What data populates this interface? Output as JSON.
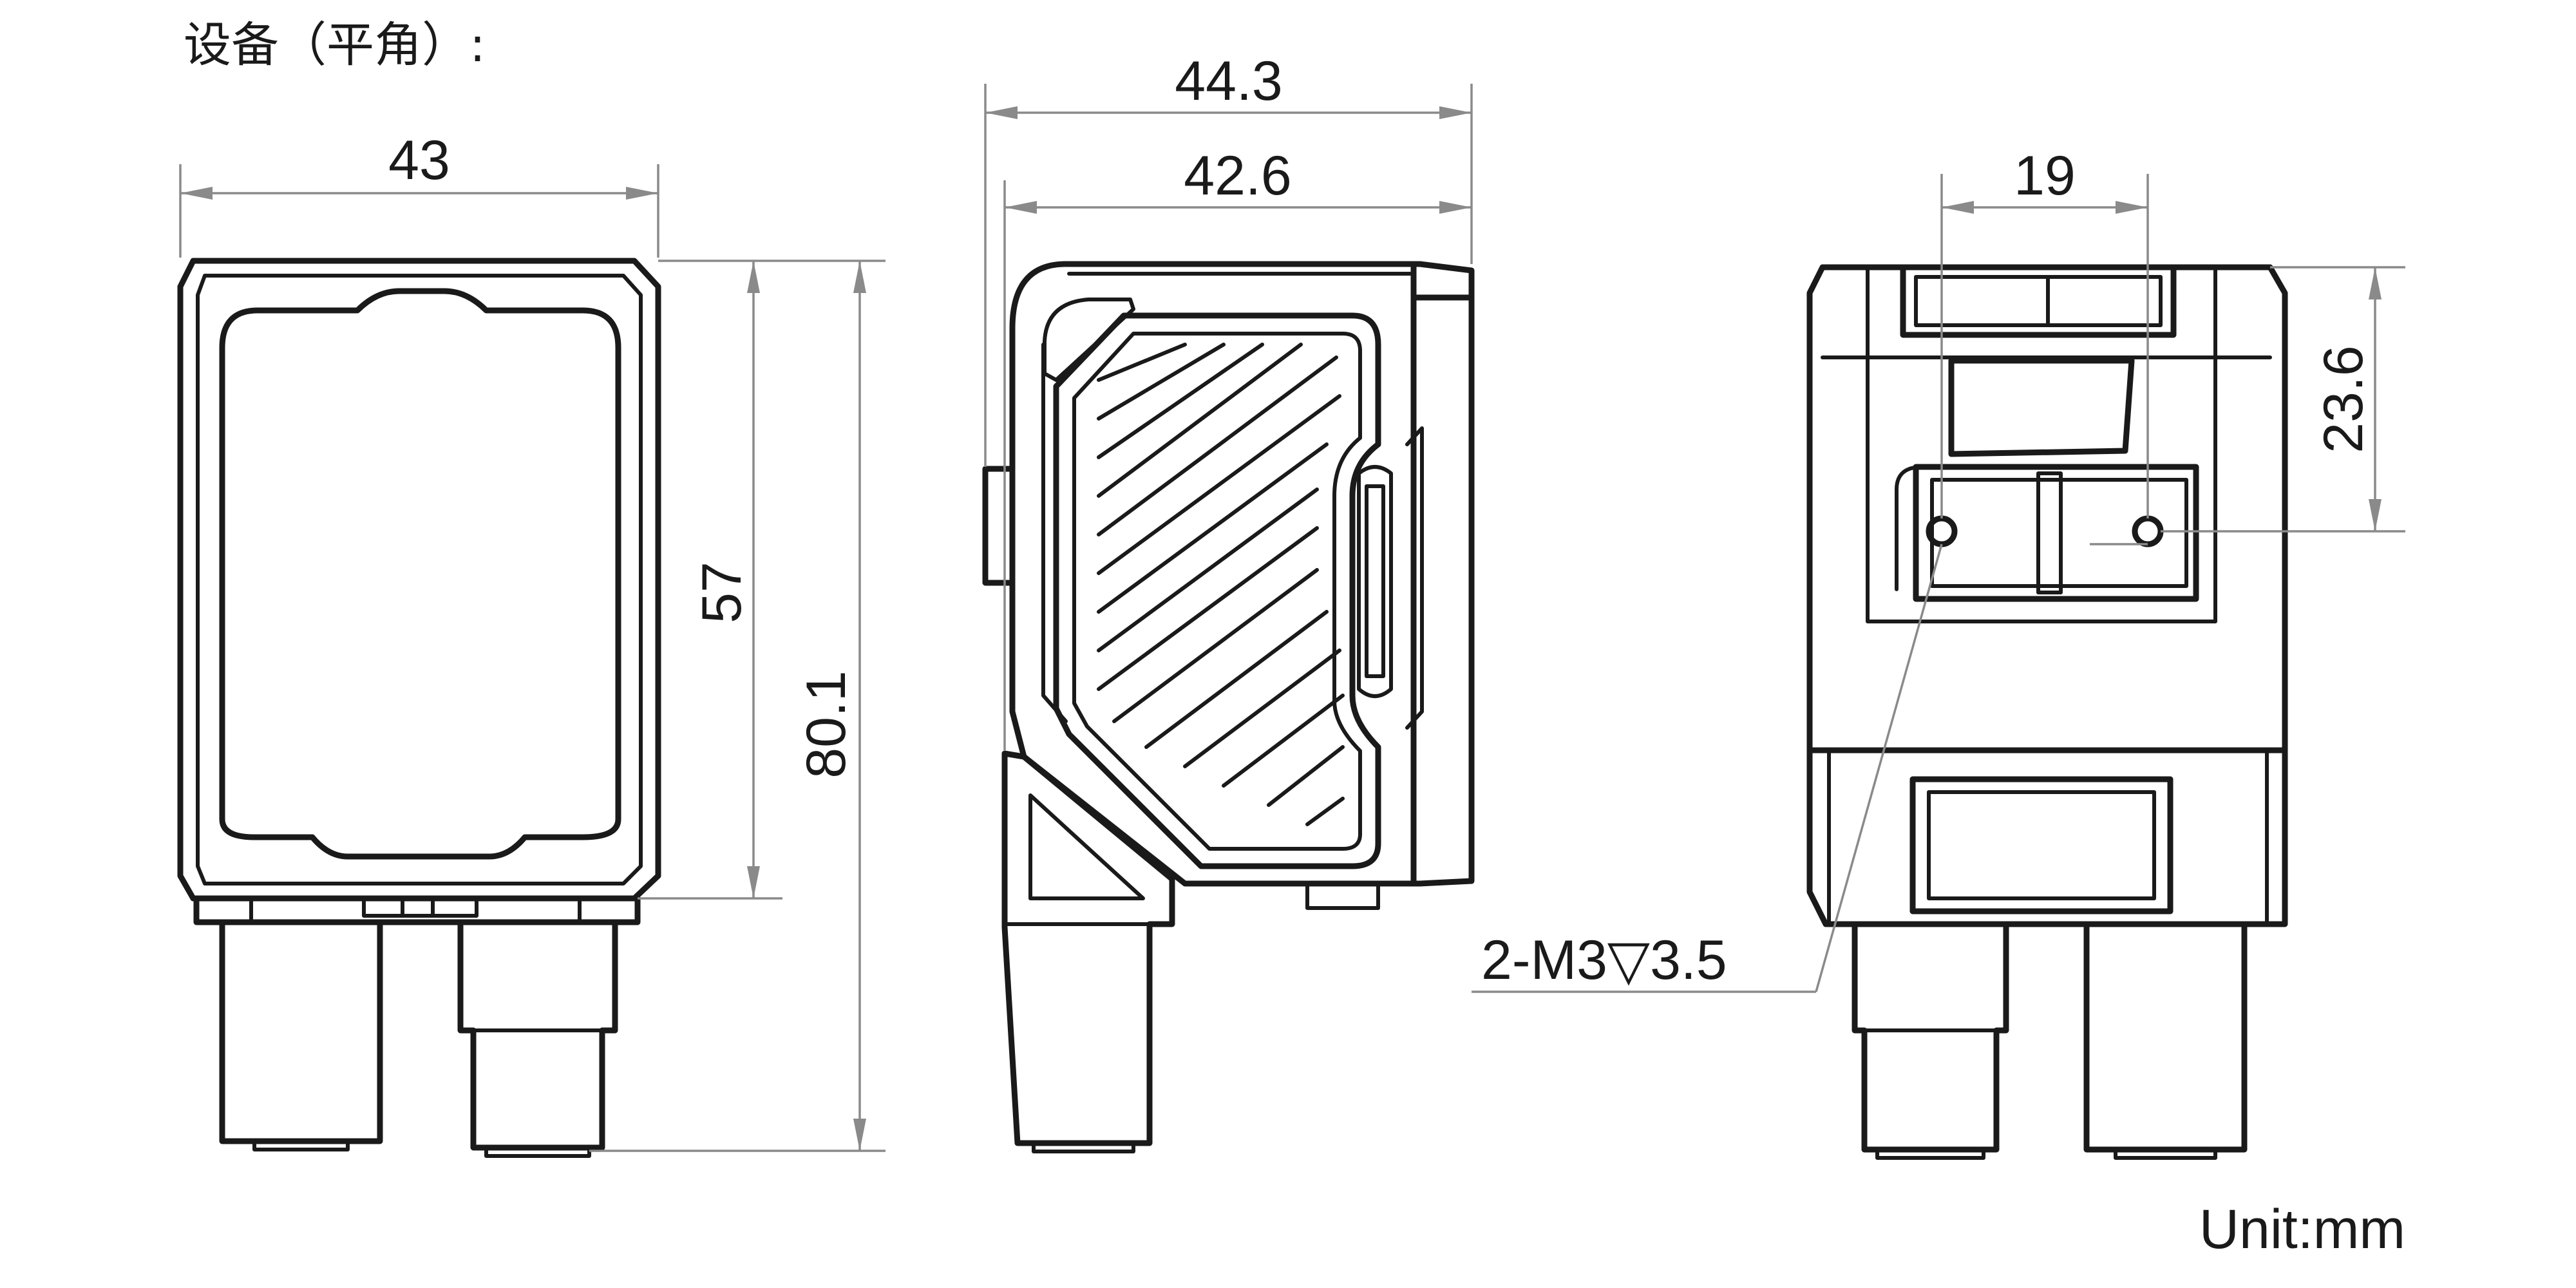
{
  "title": "设备（平角）:",
  "unit": "Unit:mm",
  "front_view": {
    "width": "43",
    "height": "57",
    "total_height": "80.1"
  },
  "side_view": {
    "overall_depth": "44.3",
    "body_depth": "42.6"
  },
  "back_view": {
    "hole_spacing": "19",
    "hole_offset": "23.6",
    "hole_callout": "2-M3▽3.5"
  },
  "colors": {
    "line": "#1a1a1a",
    "dimension": "#8a8a8a",
    "background": "#ffffff"
  }
}
